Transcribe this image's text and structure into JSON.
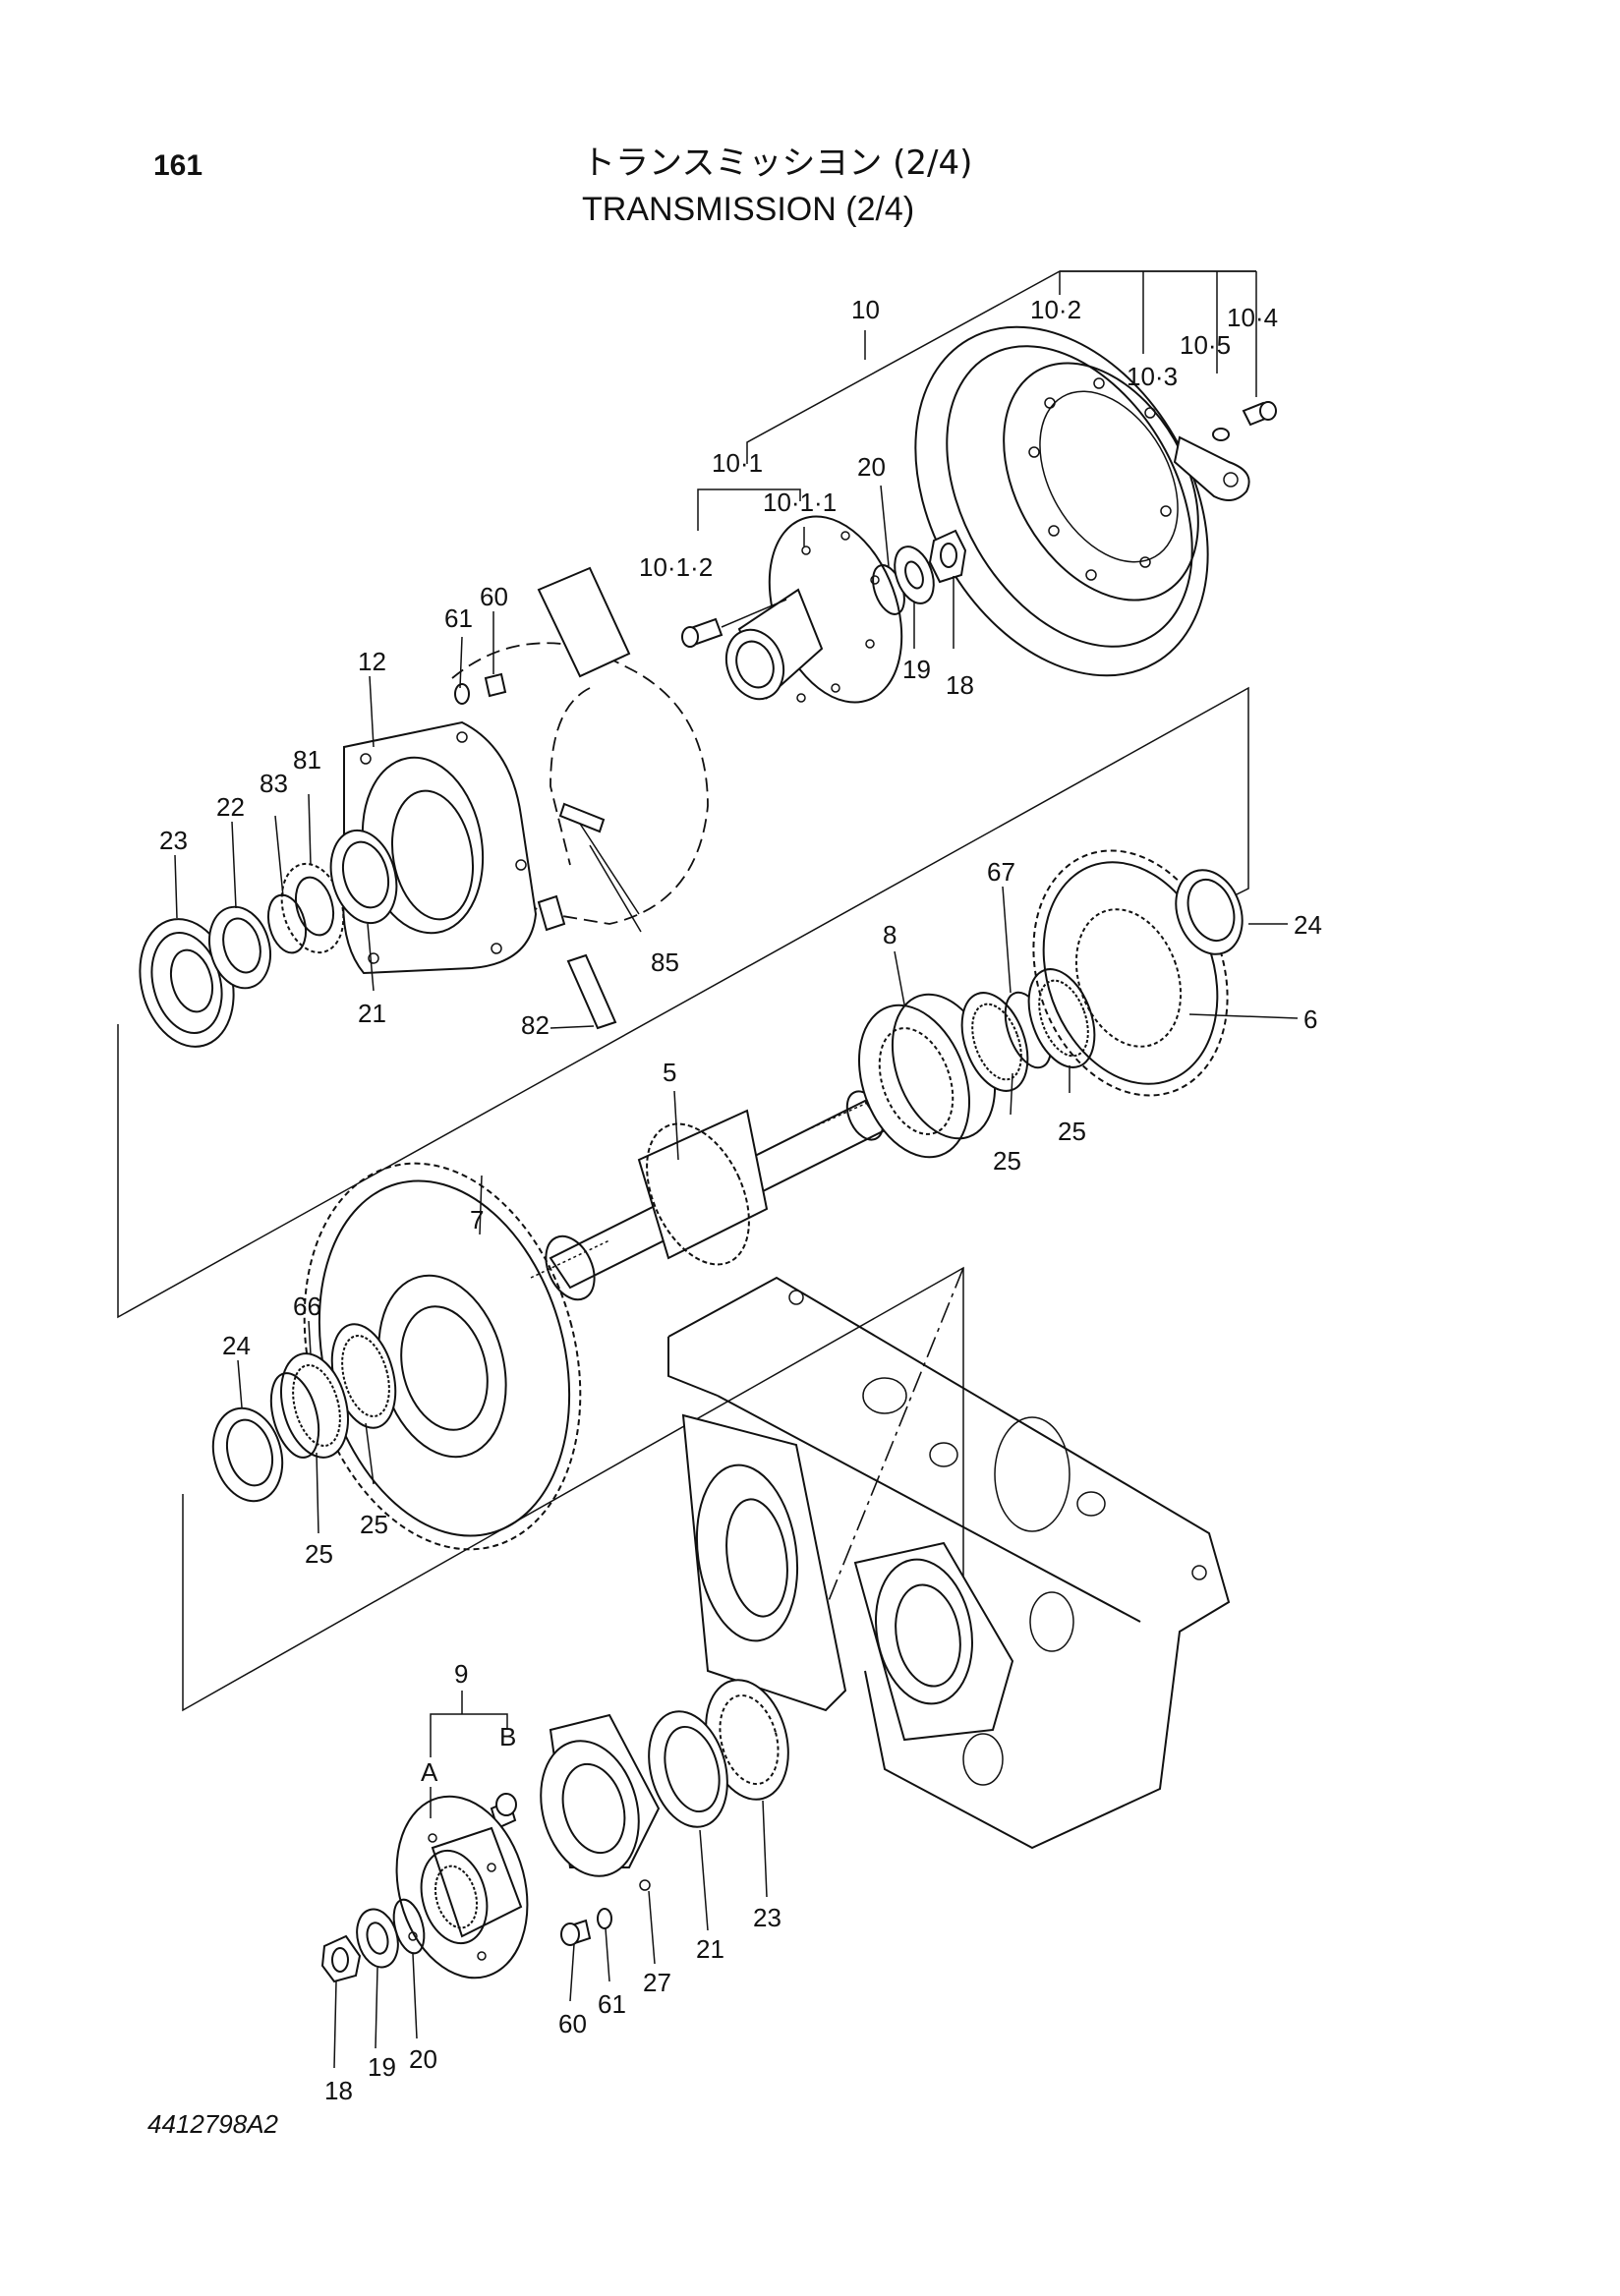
{
  "header": {
    "page_number": "161",
    "title_jp": "トランスミッシヨン (2/4)",
    "title_en": "TRANSMISSION (2/4)"
  },
  "footer": {
    "drawing_code": "4412798A2"
  },
  "callouts": {
    "c10": "10",
    "c10_2": "10·2",
    "c10_3": "10·3",
    "c10_4": "10·4",
    "c10_5": "10·5",
    "c10_1": "10·1",
    "c10_1_1": "10·1·1",
    "c10_1_2": "10·1·2",
    "c20_top": "20",
    "c19_top": "19",
    "c18_top": "18",
    "c61_top": "61",
    "c60_top": "60",
    "c12": "12",
    "c81": "81",
    "c83": "83",
    "c22": "22",
    "c23_top": "23",
    "c21_top": "21",
    "c85": "85",
    "c82": "82",
    "c67": "67",
    "c8": "8",
    "c24_right": "24",
    "c6": "6",
    "c5": "5",
    "c25_a": "25",
    "c25_b": "25",
    "c7": "7",
    "c66": "66",
    "c24_left": "24",
    "c25_c": "25",
    "c25_d": "25",
    "c9": "9",
    "cA": "A",
    "cB": "B",
    "c60_bot": "60",
    "c61_bot": "61",
    "c27": "27",
    "c21_bot": "21",
    "c23_bot": "23",
    "c18_bot": "18",
    "c19_bot": "19",
    "c20_bot": "20"
  }
}
